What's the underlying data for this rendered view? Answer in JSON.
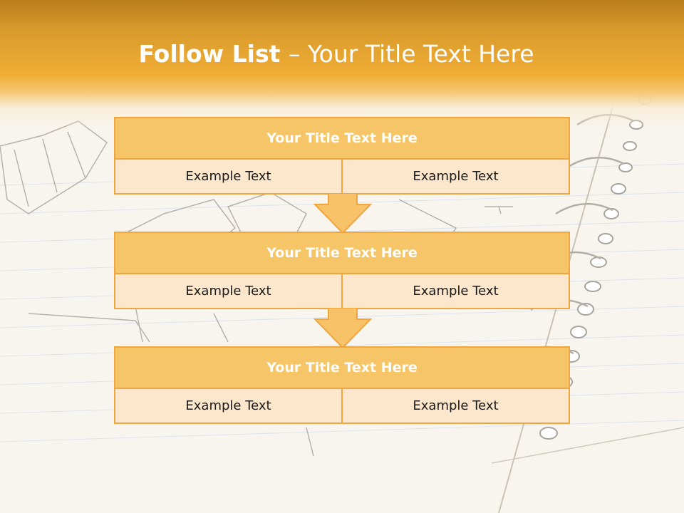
{
  "slide": {
    "title_bold": "Follow List ",
    "title_rest": " – Your Title Text Here"
  },
  "blocks": [
    {
      "title": "Your Title Text Here",
      "cells": [
        "Example Text",
        "Example Text"
      ]
    },
    {
      "title": "Your Title Text Here",
      "cells": [
        "Example Text",
        "Example Text"
      ]
    },
    {
      "title": "Your Title Text Here",
      "cells": [
        "Example Text",
        "Example Text"
      ]
    }
  ],
  "colors": {
    "accent": "#f0a640",
    "header_fill": "#f6c567",
    "cell_fill": "#fde7cc",
    "title_text": "#ffffff",
    "band_top": "#b97d1c",
    "band_mid": "#f0ad35"
  },
  "icons": [
    "down-arrow-icon",
    "spiral-notebook-background"
  ]
}
